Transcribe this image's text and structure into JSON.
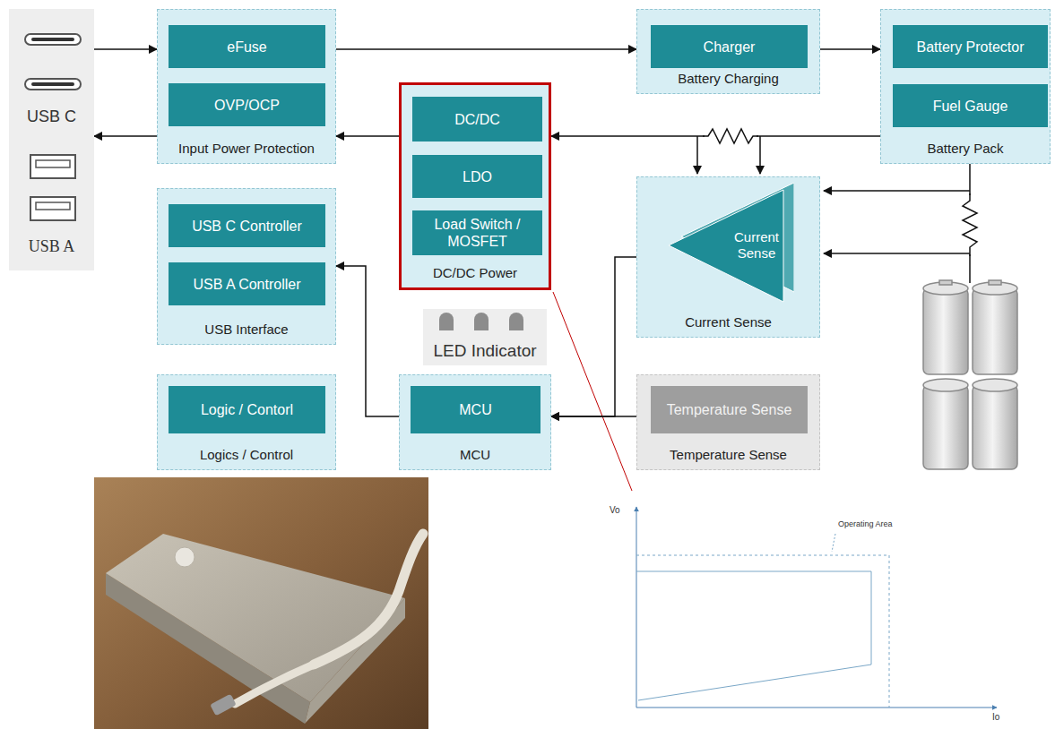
{
  "diagram": {
    "nodes": [
      {
        "text": [
          "USB C",
          "USB A"
        ]
      },
      {
        "text": [
          "Input Power Protection"
        ]
      },
      {
        "text": [
          "eFuse"
        ],
        "in": 1
      },
      {
        "text": [
          "OVP/OCP"
        ],
        "in": 1
      },
      {
        "text": [
          "DC/DC Power"
        ]
      },
      {
        "text": [
          "DC/DC"
        ],
        "in": 4
      },
      {
        "text": [
          "LDO"
        ],
        "in": 4
      },
      {
        "text": [
          "Load Switch / MOSFET"
        ],
        "in": 4
      },
      {
        "text": [
          "Battery Charging"
        ]
      },
      {
        "text": [
          "Charger"
        ],
        "in": 8
      },
      {
        "text": [
          "Battery Pack"
        ]
      },
      {
        "text": [
          "Battery Protector"
        ],
        "in": 10
      },
      {
        "text": [
          "Fuel Gauge"
        ],
        "in": 10
      },
      {
        "text": [
          "USB Interface"
        ]
      },
      {
        "text": [
          "USB C Controller"
        ],
        "in": 13
      },
      {
        "text": [
          "USB A Controller"
        ],
        "in": 13
      },
      {
        "text": [
          "Current Sense"
        ]
      },
      {
        "text": [
          "Current Sense"
        ],
        "in": 16
      },
      {
        "text": [
          "LED Indicator"
        ]
      },
      {
        "text": [
          "Logics / Control"
        ]
      },
      {
        "text": [
          "Logic / Contorl"
        ],
        "in": 19
      },
      {
        "text": [
          "MCU"
        ]
      },
      {
        "text": [
          "MCU"
        ],
        "in": 21
      },
      {
        "text": [
          "Temperature Sense"
        ]
      },
      {
        "text": [
          "Temperature Sense"
        ],
        "in": 23
      }
    ],
    "edges": [
      {
        "from": 0,
        "to": 1,
        "arrow": "to"
      },
      {
        "from": 1,
        "to": 0,
        "arrow": "to"
      },
      {
        "from": 1,
        "to": 8,
        "arrow": "to"
      },
      {
        "from": 8,
        "to": 10,
        "arrow": "to"
      },
      {
        "from": 10,
        "to": 4,
        "arrow": "to"
      },
      {
        "from": 4,
        "to": 1,
        "arrow": "to"
      },
      {
        "from": 16,
        "to": 21,
        "arrow": "to"
      },
      {
        "from": 23,
        "to": 21,
        "arrow": "to"
      },
      {
        "from": 21,
        "to": 13,
        "arrow": "to"
      }
    ],
    "labels": [
      "Vo",
      "Io",
      "Operating Area"
    ]
  }
}
